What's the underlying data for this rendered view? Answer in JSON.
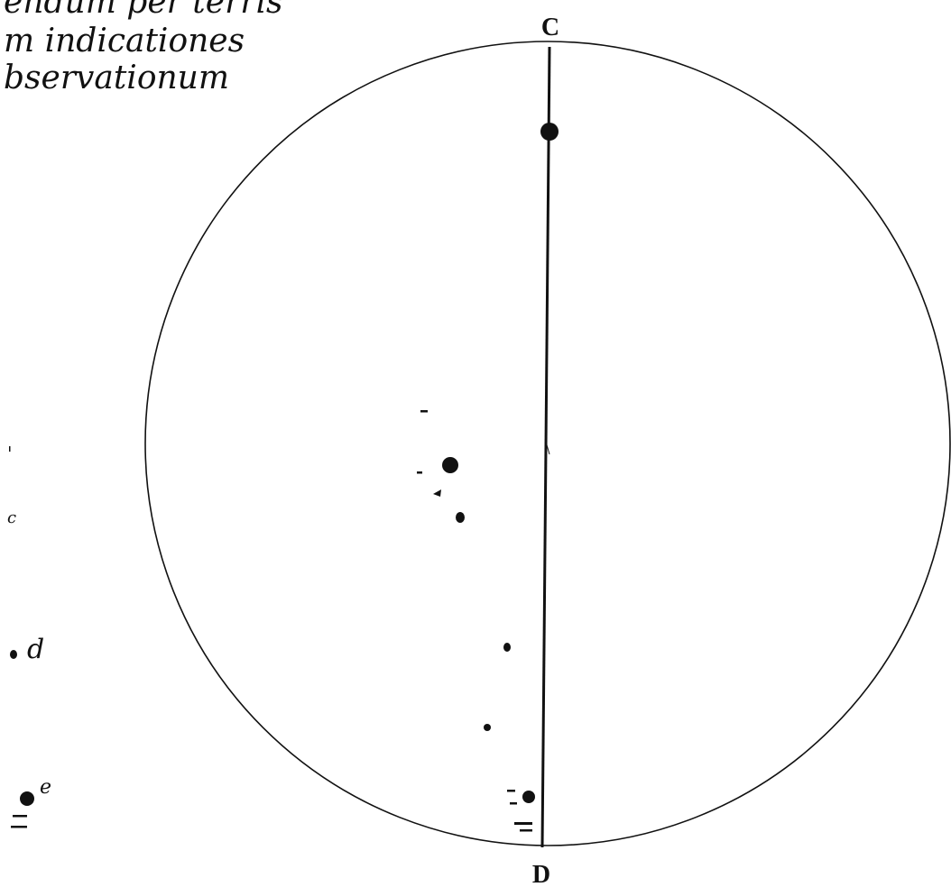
{
  "caption_lines": [
    "endum per terris",
    "m indicationes",
    "bservationum"
  ],
  "point_labels": {
    "top": "C",
    "bottom": "D"
  },
  "margin_letters": {
    "left_c": "c",
    "d": "d",
    "e": "e"
  },
  "colors": {
    "ink": "#111111",
    "paper": "#ffffff"
  }
}
